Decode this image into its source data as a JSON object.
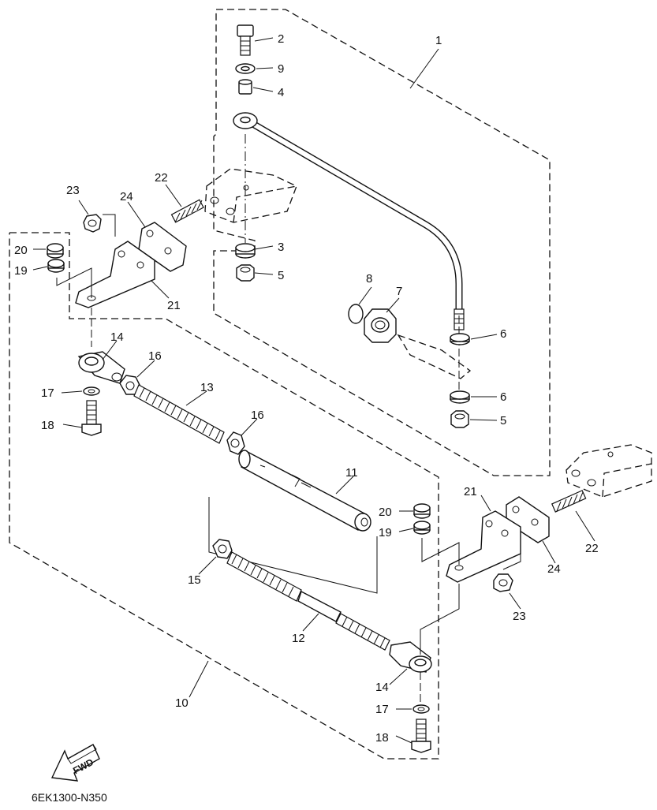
{
  "callouts": [
    {
      "id": "c1",
      "text": "1"
    },
    {
      "id": "c2",
      "text": "2"
    },
    {
      "id": "c9",
      "text": "9"
    },
    {
      "id": "c4",
      "text": "4"
    },
    {
      "id": "c3",
      "text": "3"
    },
    {
      "id": "c5a",
      "text": "5"
    },
    {
      "id": "c8",
      "text": "8"
    },
    {
      "id": "c7",
      "text": "7"
    },
    {
      "id": "c6a",
      "text": "6"
    },
    {
      "id": "c6b",
      "text": "6"
    },
    {
      "id": "c5b",
      "text": "5"
    },
    {
      "id": "c23a",
      "text": "23"
    },
    {
      "id": "c24a",
      "text": "24"
    },
    {
      "id": "c22a",
      "text": "22"
    },
    {
      "id": "c20a",
      "text": "20"
    },
    {
      "id": "c19a",
      "text": "19"
    },
    {
      "id": "c21a",
      "text": "21"
    },
    {
      "id": "c14a",
      "text": "14"
    },
    {
      "id": "c16a",
      "text": "16"
    },
    {
      "id": "c17a",
      "text": "17"
    },
    {
      "id": "c13",
      "text": "13"
    },
    {
      "id": "c18a",
      "text": "18"
    },
    {
      "id": "c16b",
      "text": "16"
    },
    {
      "id": "c11",
      "text": "11"
    },
    {
      "id": "c21b",
      "text": "21"
    },
    {
      "id": "c20b",
      "text": "20"
    },
    {
      "id": "c19b",
      "text": "19"
    },
    {
      "id": "c22b",
      "text": "22"
    },
    {
      "id": "c24b",
      "text": "24"
    },
    {
      "id": "c15",
      "text": "15"
    },
    {
      "id": "c23b",
      "text": "23"
    },
    {
      "id": "c12",
      "text": "12"
    },
    {
      "id": "c10",
      "text": "10"
    },
    {
      "id": "c14b",
      "text": "14"
    },
    {
      "id": "c17b",
      "text": "17"
    },
    {
      "id": "c18b",
      "text": "18"
    }
  ],
  "fwd_label": "FWD",
  "diagram_code": "6EK1300-N350"
}
